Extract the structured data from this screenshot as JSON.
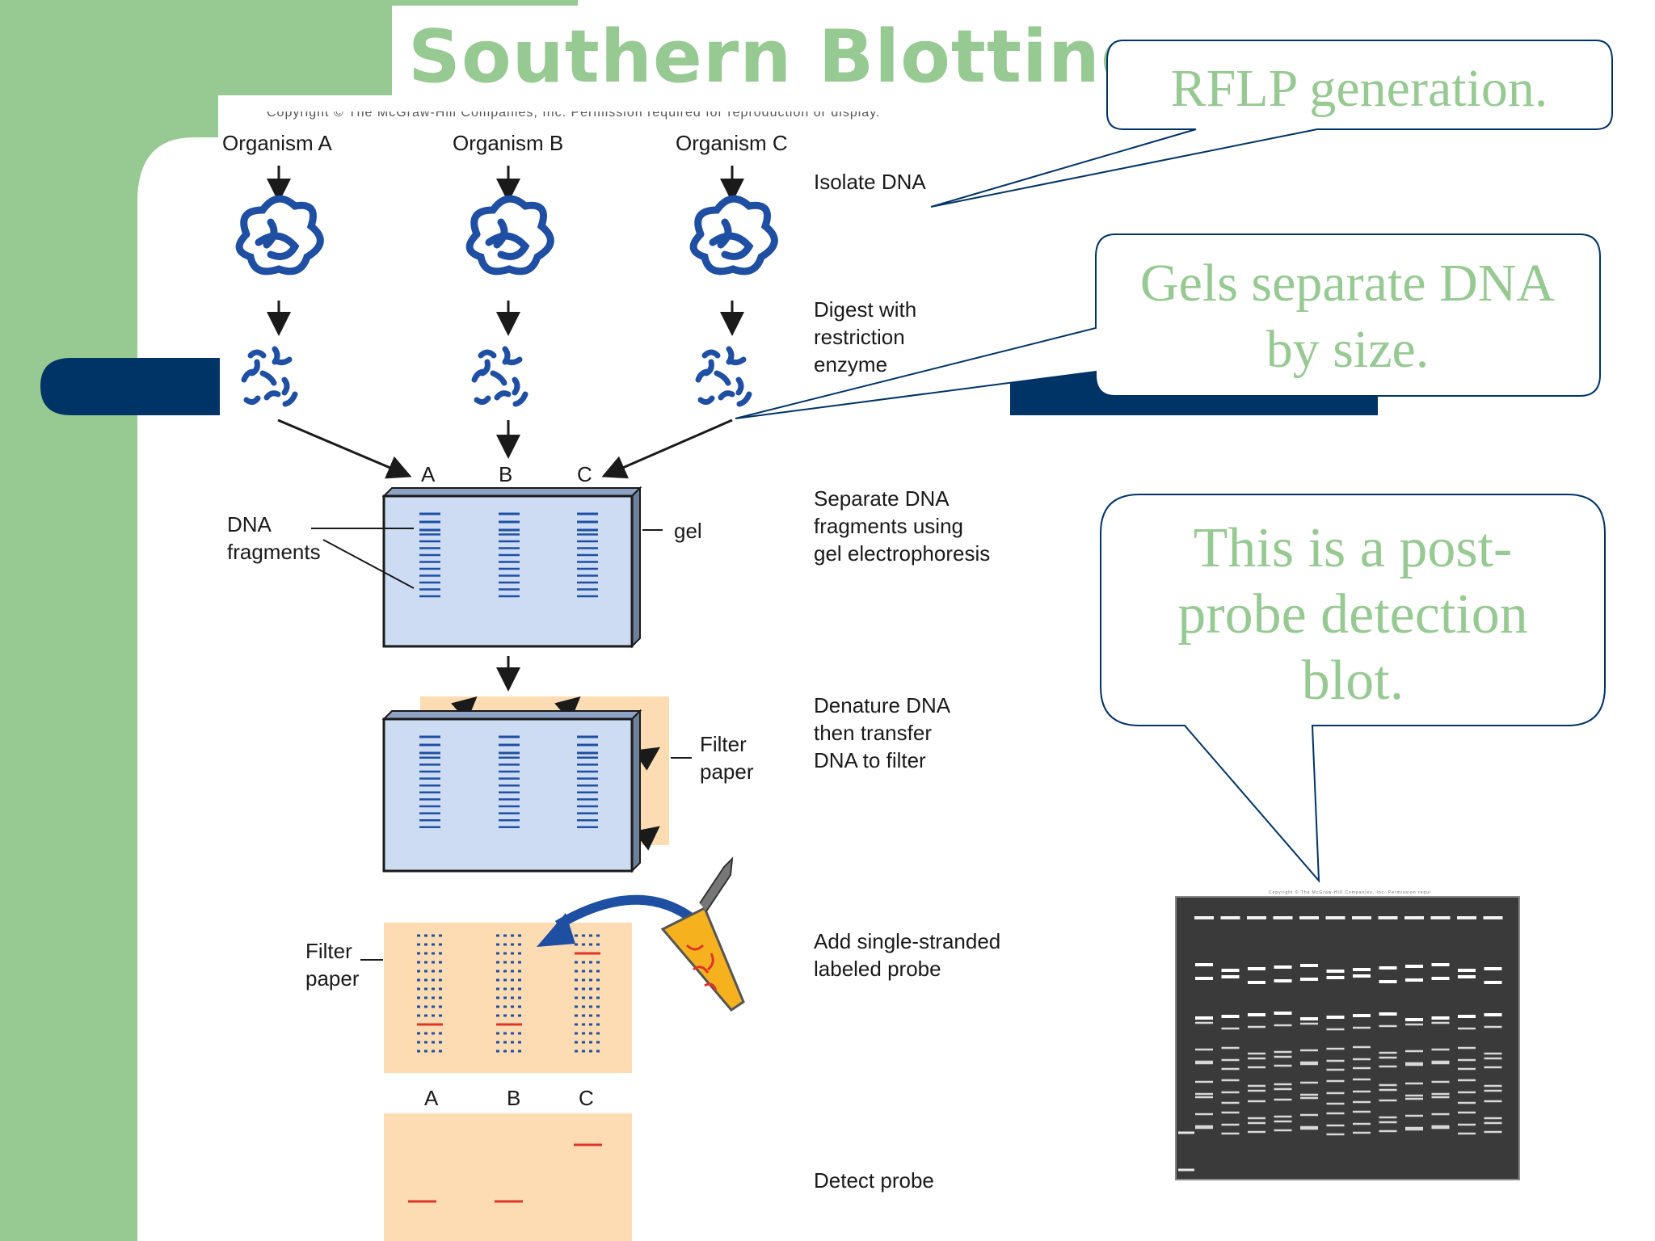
{
  "slide": {
    "title": "Southern Blotting",
    "colors": {
      "green": "#97c992",
      "navy": "#003366",
      "gel_blue": "#cddcf3",
      "filter_peach": "#fddcb4",
      "probe_red": "#e0342a",
      "band_blue": "#1e4fa3"
    }
  },
  "callouts": [
    {
      "id": "rflp",
      "text": "RFLP generation."
    },
    {
      "id": "gels",
      "text": "Gels separate DNA\nby size."
    },
    {
      "id": "post_probe",
      "text": "This is a post-\nprobe detection\nblot."
    }
  ],
  "figure": {
    "copyright": "Copyright © The McGraw-Hill Companies, Inc. Permission required for reproduction or display.",
    "organisms": [
      "Organism A",
      "Organism B",
      "Organism C"
    ],
    "lanes": [
      "A",
      "B",
      "C"
    ],
    "steps": [
      "Isolate DNA",
      "Digest with\nrestriction\nenzyme",
      "Separate DNA\nfragments using\ngel electrophoresis",
      "Denature DNA\nthen transfer\nDNA to filter",
      "Add single-stranded\nlabeled probe",
      "Detect probe"
    ],
    "labels": {
      "dna_fragments": "DNA\nfragments",
      "gel": "gel",
      "filter_paper_1": "Filter\npaper",
      "filter_paper_2": "Filter\npaper"
    }
  },
  "photo": {
    "caption": "Copyright © The McGraw-Hill Companies, Inc. Permission required for reproduction or display.",
    "lane_count": 12,
    "icon": "gel-photo"
  }
}
